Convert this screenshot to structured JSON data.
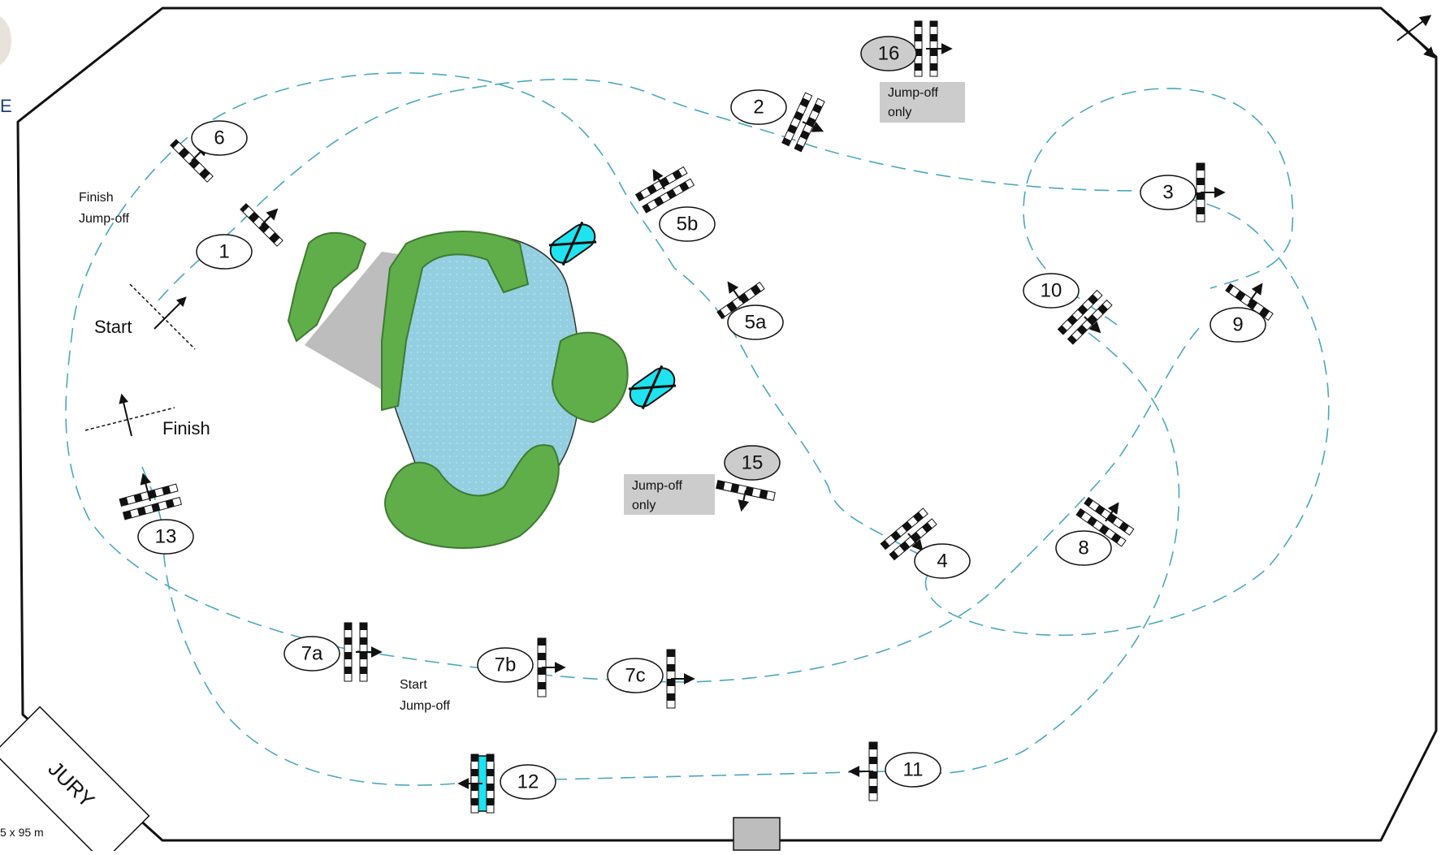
{
  "arena": {
    "size_label": "5 x 95 m",
    "jury_label": "JURY"
  },
  "labels": {
    "start": "Start",
    "finish": "Finish",
    "finish_jumpoff_1": "Finish",
    "finish_jumpoff_2": "Jump-off",
    "start_jumpoff_1": "Start",
    "start_jumpoff_2": "Jump-off",
    "jumpoff_only_15_1": "Jump-off",
    "jumpoff_only_15_2": "only",
    "jumpoff_only_16_1": "Jump-off",
    "jumpoff_only_16_2": "only"
  },
  "colors": {
    "course_line": "#4aa8c0",
    "water": "#93cfe0",
    "hedge": "#5fae4a",
    "liverpool": "#1fe3f0",
    "jumpoff_badge": "#cccccc"
  },
  "obstacles": [
    {
      "id": "1",
      "label": "1",
      "jumpoff": false
    },
    {
      "id": "2",
      "label": "2",
      "jumpoff": false
    },
    {
      "id": "3",
      "label": "3",
      "jumpoff": false
    },
    {
      "id": "4",
      "label": "4",
      "jumpoff": false
    },
    {
      "id": "5a",
      "label": "5a",
      "jumpoff": false
    },
    {
      "id": "5b",
      "label": "5b",
      "jumpoff": false
    },
    {
      "id": "6",
      "label": "6",
      "jumpoff": false
    },
    {
      "id": "7a",
      "label": "7a",
      "jumpoff": false
    },
    {
      "id": "7b",
      "label": "7b",
      "jumpoff": false
    },
    {
      "id": "7c",
      "label": "7c",
      "jumpoff": false
    },
    {
      "id": "8",
      "label": "8",
      "jumpoff": false
    },
    {
      "id": "9",
      "label": "9",
      "jumpoff": false
    },
    {
      "id": "10",
      "label": "10",
      "jumpoff": false
    },
    {
      "id": "11",
      "label": "11",
      "jumpoff": false
    },
    {
      "id": "12",
      "label": "12",
      "jumpoff": false
    },
    {
      "id": "13",
      "label": "13",
      "jumpoff": false
    },
    {
      "id": "15",
      "label": "15",
      "jumpoff": true
    },
    {
      "id": "16",
      "label": "16",
      "jumpoff": true
    }
  ]
}
